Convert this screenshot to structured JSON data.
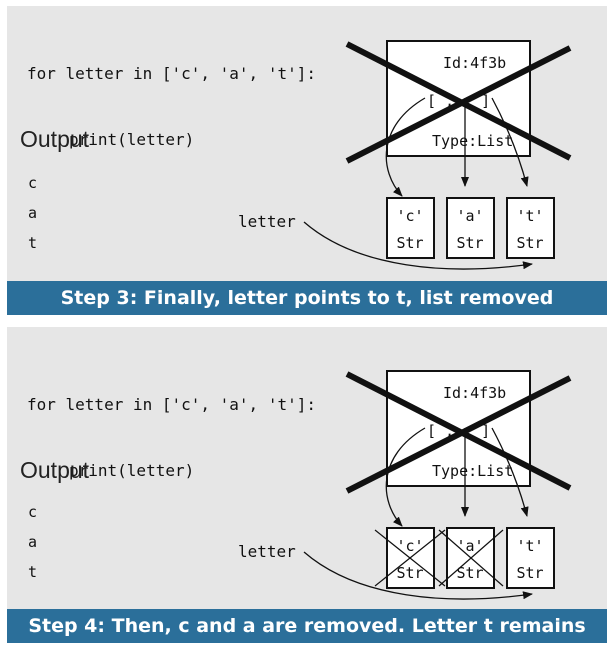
{
  "colors": {
    "panel_bg": "#e6e6e6",
    "banner_bg": "#2b6f9a",
    "banner_text": "#ffffff",
    "ink": "#111111"
  },
  "steps": [
    {
      "code": {
        "line1": "for letter in ['c', 'a', 't']:",
        "line2": "print(letter)"
      },
      "output": {
        "title": "Output",
        "lines": [
          "c",
          "a",
          "t"
        ]
      },
      "variable": "letter",
      "list_object": {
        "id": "Id:4f3b",
        "content": "[ , , ]",
        "type": "Type:List",
        "removed": true
      },
      "strings": [
        {
          "value": "'c'",
          "type": "Str",
          "removed": false
        },
        {
          "value": "'a'",
          "type": "Str",
          "removed": false
        },
        {
          "value": "'t'",
          "type": "Str",
          "removed": false
        }
      ],
      "caption": "Step 3: Finally, letter points to t, list removed"
    },
    {
      "code": {
        "line1": "for letter in ['c', 'a', 't']:",
        "line2": "print(letter)"
      },
      "output": {
        "title": "Output",
        "lines": [
          "c",
          "a",
          "t"
        ]
      },
      "variable": "letter",
      "list_object": {
        "id": "Id:4f3b",
        "content": "[ , , ]",
        "type": "Type:List",
        "removed": true
      },
      "strings": [
        {
          "value": "'c'",
          "type": "Str",
          "removed": true
        },
        {
          "value": "'a'",
          "type": "Str",
          "removed": true
        },
        {
          "value": "'t'",
          "type": "Str",
          "removed": false
        }
      ],
      "caption": "Step 4: Then, c and a are removed. Letter t remains"
    }
  ]
}
